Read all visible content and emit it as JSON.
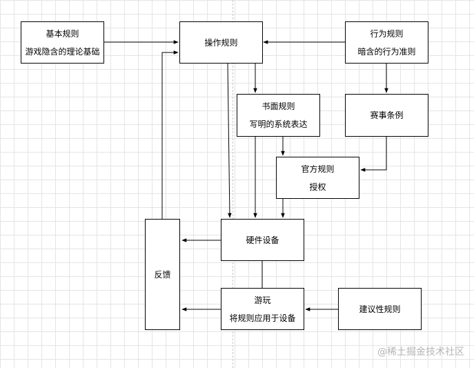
{
  "boxes": {
    "basic": {
      "line1": "基本规则",
      "line2": "游戏隐含的理论基础"
    },
    "operation": {
      "line1": "操作规则"
    },
    "behavior": {
      "line1": "行为规则",
      "line2": "暗含的行为准则"
    },
    "written": {
      "line1": "书面规则",
      "line2": "写明的系统表达"
    },
    "tournament": {
      "line1": "赛事条例"
    },
    "official": {
      "line1": "官方规则",
      "line2": "授权"
    },
    "feedback": {
      "line1": "反馈"
    },
    "hardware": {
      "line1": "硬件设备"
    },
    "play": {
      "line1": "游玩",
      "line2": "将规则应用于设备"
    },
    "suggested": {
      "line1": "建议性规则"
    }
  },
  "watermark": "@稀土掘金技术社区",
  "colors": {
    "line": "#000000",
    "grid": "#e4e4e4",
    "box_fill": "#ffffff"
  }
}
